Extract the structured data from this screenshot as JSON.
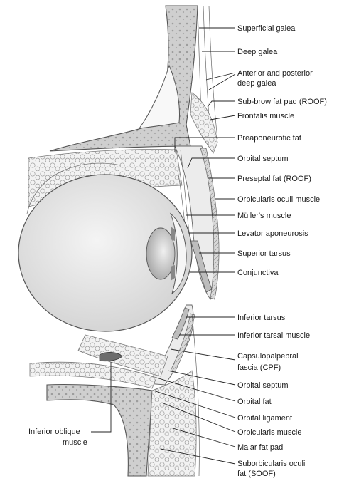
{
  "labels": {
    "superficial_galea": "Superficial galea",
    "deep_galea": "Deep galea",
    "anterior_posterior_deep_galea_1": "Anterior and posterior",
    "anterior_posterior_deep_galea_2": "deep galea",
    "sub_brow_fat_pad": "Sub-brow fat pad (ROOF)",
    "frontalis_muscle": "Frontalis muscle",
    "preaponeurotic_fat": "Preaponeurotic fat",
    "orbital_septum_upper": "Orbital septum",
    "preseptal_fat": "Preseptal fat (ROOF)",
    "orbicularis_oculi_muscle": "Orbicularis oculi muscle",
    "muller_muscle": "Müller's muscle",
    "levator_aponeurosis": "Levator aponeurosis",
    "superior_tarsus": "Superior tarsus",
    "conjunctiva": "Conjunctiva",
    "inferior_tarsus": "Inferior tarsus",
    "inferior_tarsal_muscle": "Inferior tarsal muscle",
    "capsulopalpebral_fascia_1": "Capsulopalpebral",
    "capsulopalpebral_fascia_2": "fascia (CPF)",
    "orbital_septum_lower": "Orbital septum",
    "orbital_fat": "Orbital fat",
    "orbital_ligament": "Orbital ligament",
    "orbicularis_muscle": "Orbicularis muscle",
    "malar_fat_pad": "Malar fat pad",
    "suborbicularis_oculi_fat_1": "Suborbicularis oculi",
    "suborbicularis_oculi_fat_2": "fat (SOOF)",
    "inferior_oblique_1": "Inferior oblique",
    "inferior_oblique_2": "muscle"
  }
}
